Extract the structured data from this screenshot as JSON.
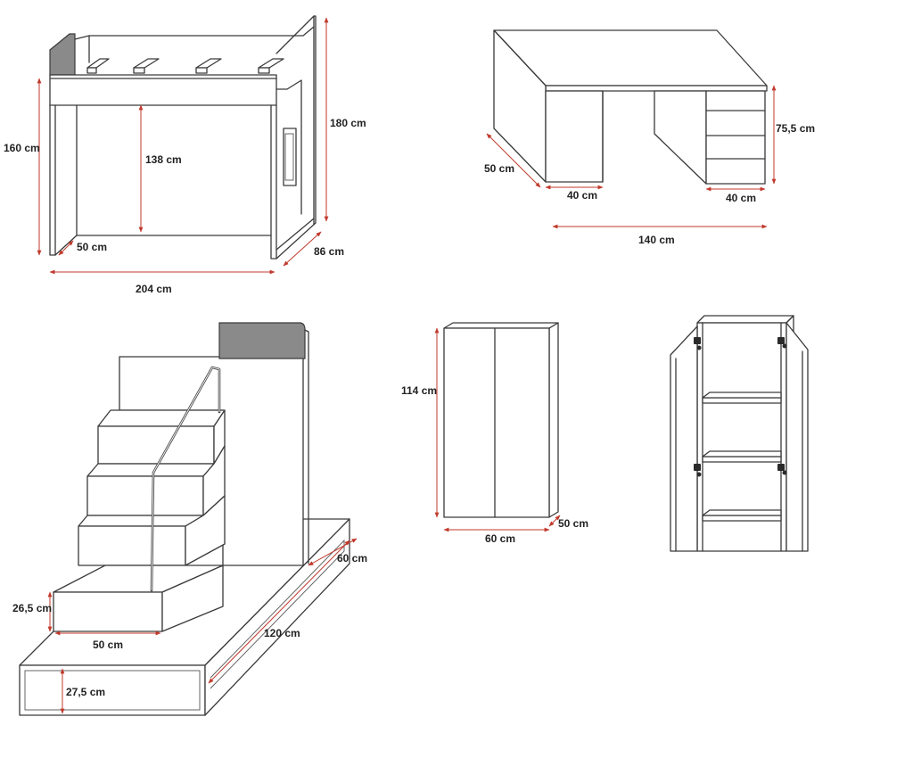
{
  "colors": {
    "outline": "#3a3a3a",
    "dimension": "#c0392b",
    "panel_gray": "#8a8a8a"
  },
  "loft_bed": {
    "height_label": "160 cm",
    "inner_height_label": "138 cm",
    "total_height_label": "180 cm",
    "depth_front_label": "50 cm",
    "depth_side_label": "86 cm",
    "width_label": "204 cm"
  },
  "desk": {
    "depth_label": "50 cm",
    "leg_width_label": "40 cm",
    "drawer_width_label": "40 cm",
    "height_label": "75,5 cm",
    "width_label": "140 cm"
  },
  "stairs": {
    "step_height_label": "26,5 cm",
    "step_width_label": "50 cm",
    "base_height_label": "27,5 cm",
    "base_length_label": "120 cm",
    "base_depth_label": "60 cm"
  },
  "wardrobe": {
    "height_label": "114 cm",
    "width_label": "60 cm",
    "depth_label": "50 cm"
  }
}
